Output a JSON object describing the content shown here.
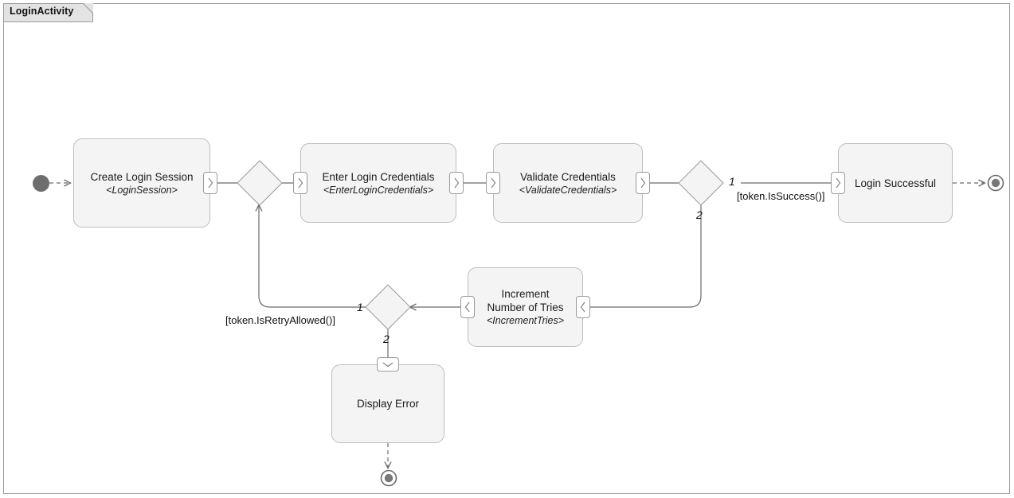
{
  "diagram": {
    "type": "uml-activity-diagram",
    "title": "LoginActivity",
    "frame_label": "LoginActivity",
    "colors": {
      "node_fill": "#f4f4f4",
      "node_stroke": "#bdbdbd",
      "edge_stroke": "#6b6b6b",
      "frame_stroke": "#9a9a9a",
      "tab_fill": "#e3e3e3",
      "initial_node_fill": "#6e6e6e",
      "final_node_fill": "#6e6e6e",
      "canvas": "#ffffff"
    }
  },
  "nodes": {
    "initial": {
      "name": "initial-node",
      "kind": "initial"
    },
    "create_login_session": {
      "name": "Create Login Session",
      "stereotype": "<LoginSession>"
    },
    "enter_login_credentials": {
      "name": "Enter Login Credentials",
      "stereotype": "<EnterLoginCredentials>"
    },
    "validate_credentials": {
      "name": "Validate Credentials",
      "stereotype": "<ValidateCredentials>"
    },
    "login_successful": {
      "name": "Login Successful",
      "stereotype": ""
    },
    "increment_tries": {
      "name": "Increment\nNumber of Tries",
      "stereotype": "<IncrementTries>"
    },
    "display_error": {
      "name": "Display Error",
      "stereotype": ""
    },
    "merge": {
      "name": "merge-node",
      "kind": "merge"
    },
    "decision_success": {
      "name": "decision-success",
      "kind": "decision"
    },
    "decision_retry": {
      "name": "decision-retry",
      "kind": "decision"
    },
    "final_success": {
      "name": "final-node-success",
      "kind": "final"
    },
    "final_error": {
      "name": "final-node-error",
      "kind": "final"
    }
  },
  "edges": [
    {
      "id": "e1",
      "from": "initial",
      "to": "create_login_session",
      "style": "dashed",
      "label": ""
    },
    {
      "id": "e2",
      "from": "create_login_session",
      "to": "merge",
      "style": "solid",
      "label": ""
    },
    {
      "id": "e3",
      "from": "merge",
      "to": "enter_login_credentials",
      "style": "solid",
      "label": ""
    },
    {
      "id": "e4",
      "from": "enter_login_credentials",
      "to": "validate_credentials",
      "style": "solid",
      "label": ""
    },
    {
      "id": "e5",
      "from": "validate_credentials",
      "to": "decision_success",
      "style": "solid",
      "label": ""
    },
    {
      "id": "e6",
      "from": "decision_success",
      "to": "login_successful",
      "style": "solid",
      "branch": "1",
      "guard": "[token.IsSuccess()]"
    },
    {
      "id": "e7",
      "from": "login_successful",
      "to": "final_success",
      "style": "dashed",
      "label": ""
    },
    {
      "id": "e8",
      "from": "decision_success",
      "to": "increment_tries",
      "style": "solid",
      "branch": "2",
      "guard": ""
    },
    {
      "id": "e9",
      "from": "increment_tries",
      "to": "decision_retry",
      "style": "solid",
      "label": ""
    },
    {
      "id": "e10",
      "from": "decision_retry",
      "to": "merge",
      "style": "solid",
      "branch": "1",
      "guard": "[token.IsRetryAllowed()]"
    },
    {
      "id": "e11",
      "from": "decision_retry",
      "to": "display_error",
      "style": "solid",
      "branch": "2",
      "guard": ""
    },
    {
      "id": "e12",
      "from": "display_error",
      "to": "final_error",
      "style": "dashed",
      "label": ""
    }
  ],
  "labels": {
    "branch_success": "1",
    "guard_success": "[token.IsSuccess()]",
    "branch_fail": "2",
    "branch_retry": "1",
    "guard_retry": "[token.IsRetryAllowed()]",
    "branch_error": "2"
  },
  "ports": {
    "chevron_right": ">",
    "chevron_left": "<",
    "chevron_down": "v"
  }
}
